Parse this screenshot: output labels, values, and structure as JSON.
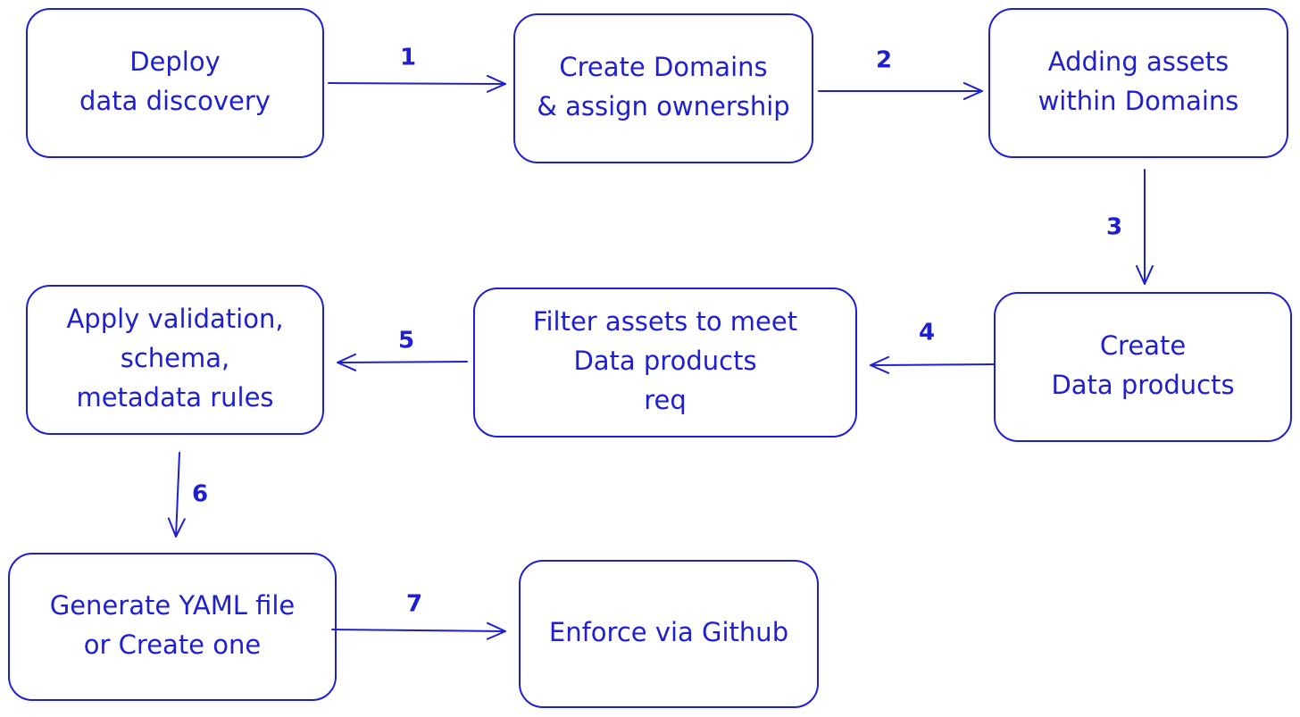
{
  "colors": {
    "ink": "#1e1ed2",
    "background": "#ffffff"
  },
  "nodes": [
    {
      "id": "deploy",
      "lines": [
        "Deploy",
        "data discovery"
      ]
    },
    {
      "id": "domains",
      "lines": [
        "Create Domains",
        "& assign ownership"
      ]
    },
    {
      "id": "assets",
      "lines": [
        "Adding assets",
        "within Domains"
      ]
    },
    {
      "id": "products",
      "lines": [
        "Create",
        "Data products"
      ]
    },
    {
      "id": "filter",
      "lines": [
        "Filter assets to meet",
        "Data products",
        "req"
      ]
    },
    {
      "id": "validation",
      "lines": [
        "Apply validation,",
        "schema,",
        "metadata rules"
      ]
    },
    {
      "id": "yaml",
      "lines": [
        "Generate YAML file",
        "or Create one"
      ]
    },
    {
      "id": "github",
      "lines": [
        "Enforce via Github"
      ]
    }
  ],
  "edges": [
    {
      "from": "deploy",
      "to": "domains",
      "label": "1"
    },
    {
      "from": "domains",
      "to": "assets",
      "label": "2"
    },
    {
      "from": "assets",
      "to": "products",
      "label": "3"
    },
    {
      "from": "products",
      "to": "filter",
      "label": "4"
    },
    {
      "from": "filter",
      "to": "validation",
      "label": "5"
    },
    {
      "from": "validation",
      "to": "yaml",
      "label": "6"
    },
    {
      "from": "yaml",
      "to": "github",
      "label": "7"
    }
  ]
}
